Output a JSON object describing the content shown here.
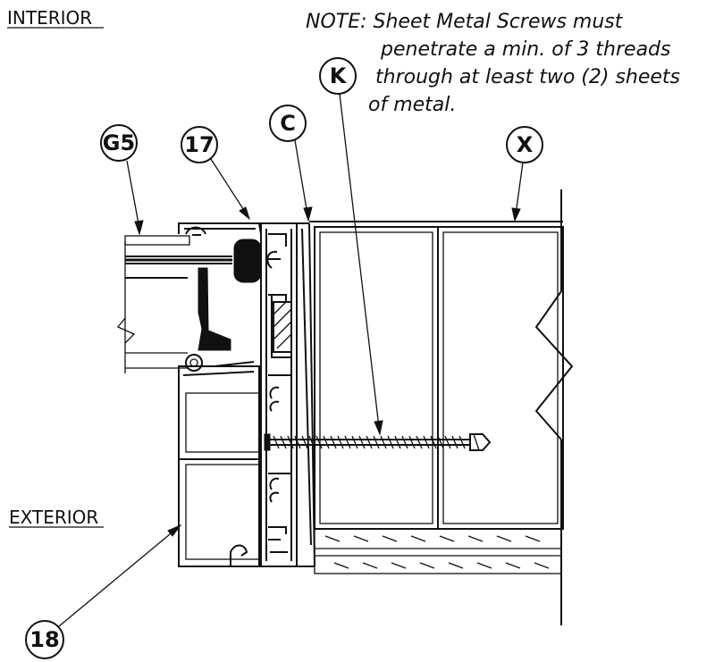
{
  "labels": {
    "interior": "INTERIOR",
    "exterior": "EXTERIOR"
  },
  "note": {
    "lines": [
      "NOTE: Sheet Metal Screws must",
      "penetrate a min. of  3 threads",
      "through at least two (2) sheets",
      "of metal."
    ]
  },
  "callouts": {
    "g5": "G5",
    "c17": "17",
    "c": "C",
    "k": "K",
    "x": "X",
    "c18": "18"
  }
}
